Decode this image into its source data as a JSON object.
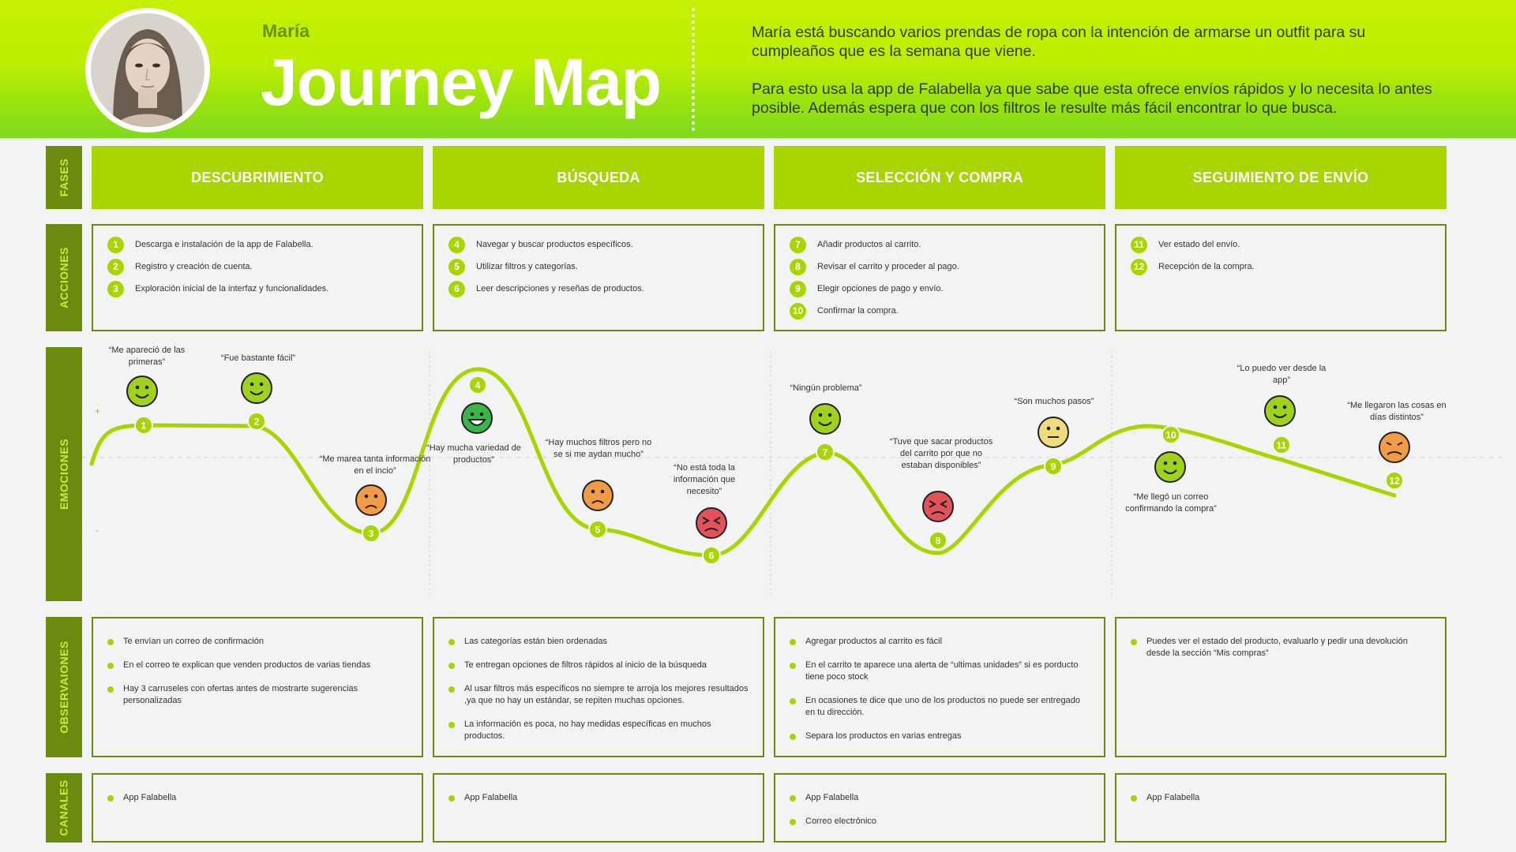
{
  "header": {
    "persona_name": "María",
    "title": "Journey Map",
    "description_1": "María está buscando varios prendas de ropa con la intención de armarse un outfit para su cumpleaños que es la semana que viene.",
    "description_2": "Para esto usa la app de Falabella ya que sabe que esta ofrece envíos rápidos y lo necesita lo antes posible. Además espera que con los filtros le resulte más fácil encontrar lo que busca."
  },
  "rows": {
    "fases": "FASES",
    "acciones": "ACCIONES",
    "emociones": "EMOCIONES",
    "observaciones": "OBSERVAIONES",
    "canales": "CANALES"
  },
  "phases": [
    "DESCUBRIMIENTO",
    "BÚSQUEDA",
    "SELECCIÓN Y COMPRA",
    "SEGUIMIENTO DE ENVÍO"
  ],
  "actions": [
    [
      {
        "n": "1",
        "text": "Descarga e instalación de la app de Falabella."
      },
      {
        "n": "2",
        "text": "Registro y creación de cuenta."
      },
      {
        "n": "3",
        "text": "Exploración inicial de la interfaz y funcionalidades."
      }
    ],
    [
      {
        "n": "4",
        "text": "Navegar y buscar productos específicos."
      },
      {
        "n": "5",
        "text": "Utilizar filtros y categorías."
      },
      {
        "n": "6",
        "text": "Leer descripciones y reseñas de productos."
      }
    ],
    [
      {
        "n": "7",
        "text": "Añadir productos al carrito."
      },
      {
        "n": "8",
        "text": "Revisar el carrito y proceder al pago."
      },
      {
        "n": "9",
        "text": "Elegir opciones de pago y envío."
      },
      {
        "n": "10",
        "text": "Confirmar la compra."
      }
    ],
    [
      {
        "n": "11",
        "text": "Ver estado del envío."
      },
      {
        "n": "12",
        "text": "Recepción de la compra."
      }
    ]
  ],
  "emotion_axis": {
    "plus": "+",
    "minus": "-"
  },
  "emotions": [
    {
      "n": "1",
      "quote": "“Me apareció de las primeras”",
      "face": "smile",
      "color": "#9fd21c"
    },
    {
      "n": "2",
      "quote": "“Fue bastante fácil”",
      "face": "smile",
      "color": "#9fd21c"
    },
    {
      "n": "3",
      "quote": "“Me marea tanta información en el incio”",
      "face": "frown",
      "color": "#f29b46"
    },
    {
      "n": "4",
      "quote": "“Hay mucha variedad de productos”",
      "face": "grin",
      "color": "#3bb54a"
    },
    {
      "n": "5",
      "quote": "“Hay muchos filtros pero no se si me aydan mucho”",
      "face": "frown",
      "color": "#f29b46"
    },
    {
      "n": "6",
      "quote": "“No está toda la información que necesito”",
      "face": "angry",
      "color": "#e2525a"
    },
    {
      "n": "7",
      "quote": "“Ningún problema”",
      "face": "smile",
      "color": "#9fd21c"
    },
    {
      "n": "8",
      "quote": "“Tuve que sacar productos del carrito por que no estaban disponibles”",
      "face": "angry",
      "color": "#e2525a"
    },
    {
      "n": "9",
      "quote": "“Son muchos pasos”",
      "face": "neutral",
      "color": "#eedc7a"
    },
    {
      "n": "10",
      "quote": "“Me llegó un correo confirmando la compra”",
      "face": "smile",
      "color": "#9fd21c"
    },
    {
      "n": "11",
      "quote": "“Lo puedo ver desde la app”",
      "face": "smile",
      "color": "#9fd21c"
    },
    {
      "n": "12",
      "quote": "“Me llegaron las cosas en días distintos”",
      "face": "upset",
      "color": "#f29b46"
    }
  ],
  "observations": [
    [
      "Te envían un correo de confirmación",
      "En el correo te explican que venden productos de varias tiendas",
      "Hay 3 carruseles con ofertas antes de mostrarte sugerencias personalizadas"
    ],
    [
      "Las categorías están bien ordenadas",
      "Te entregan opciones de filtros rápidos al inicio de la búsqueda",
      "Al usar filtros más específicos no siempre te arroja los mejores resultados ,ya que no hay un estándar, se repiten muchas opciones.",
      "La información es poca, no hay medidas específicas en muchos productos."
    ],
    [
      "Agregar productos al carrito es fácil",
      "En el carrito te aparece una alerta de “ultimas unidades” si es porducto tiene poco stock",
      "En ocasiones te dice que uno de los productos no puede ser entregado en tu dirección.",
      "Separa los productos en varias entregas"
    ],
    [
      "Puedes ver el estado del producto, evaluarlo y pedir una devolución desde la sección “Mis compras”"
    ]
  ],
  "channels": [
    [
      "App Falabella"
    ],
    [
      "App Falabella"
    ],
    [
      "App Falabella",
      "Correo electrónico"
    ],
    [
      "App Falabella"
    ]
  ],
  "colors": {
    "accent": "#a8d400",
    "dark": "#6b8b10"
  }
}
